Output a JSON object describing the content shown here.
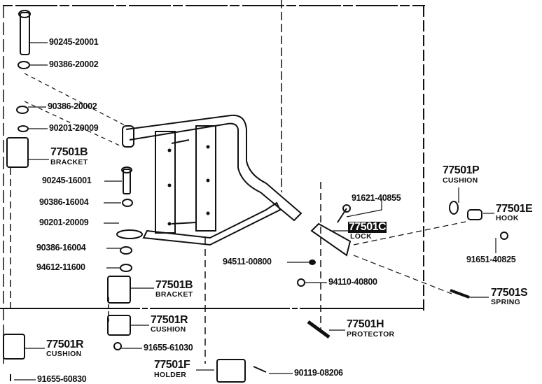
{
  "parts": {
    "bolt_top": "90245-20001",
    "nut_top_1": "90386-20002",
    "nut_top_2": "90386-20002",
    "washer_top": "90201-20009",
    "bracket_upper": {
      "code": "77501B",
      "name": "BRACKET"
    },
    "bolt_mid": "90245-16001",
    "nut_mid_1": "90386-16004",
    "washer_mid": "90201-20009",
    "nut_mid_2": "90386-16004",
    "washer_lower": "94612-11600",
    "bracket_lower": {
      "code": "77501B",
      "name": "BRACKET"
    },
    "cushion_mid": {
      "code": "77501R",
      "name": "CUSHION"
    },
    "screw_61030": "91655-61030",
    "cushion_left": {
      "code": "77501R",
      "name": "CUSHION"
    },
    "screw_60830": "91655-60830",
    "holder": {
      "code": "77501F",
      "name": "HOLDER"
    },
    "bolt_holder": "90119-08206",
    "protector": {
      "code": "77501H",
      "name": "PROTECTOR"
    },
    "pin": "94511-00800",
    "nut_lock": "94110-40800",
    "bolt_lock": "91621-40855",
    "lock": {
      "code": "77501C",
      "name": "LOCK"
    },
    "cushion_hook": {
      "code": "77501P",
      "name": "CUSHION"
    },
    "hook": {
      "code": "77501E",
      "name": "HOOK"
    },
    "bolt_hook": "91651-40825",
    "spring": {
      "code": "77501S",
      "name": "SPRING"
    }
  }
}
